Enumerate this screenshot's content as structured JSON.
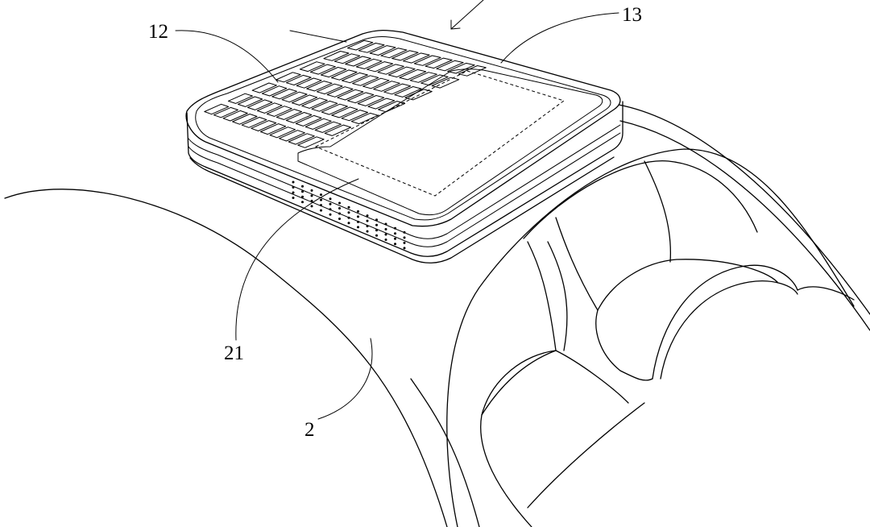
{
  "labels": {
    "keyboard": "12",
    "touchpad": "13",
    "touch_area": "21",
    "vehicle": "2"
  },
  "colors": {
    "stroke": "#000000",
    "background": "#ffffff"
  }
}
